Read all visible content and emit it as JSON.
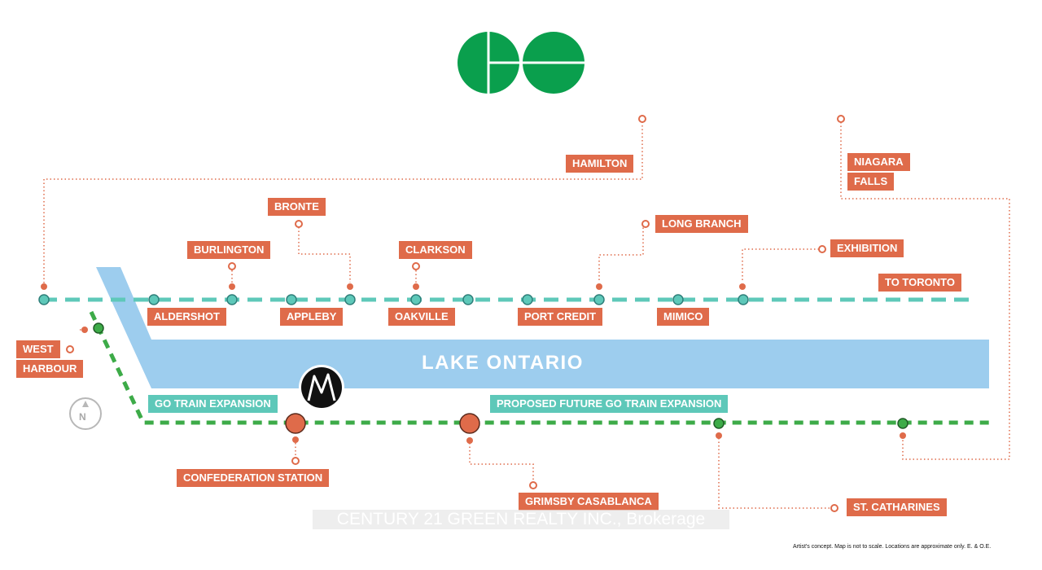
{
  "colors": {
    "go_green": "#0a9f4d",
    "lake_blue": "#9dcdee",
    "teal_line": "#5ec8b9",
    "green_line": "#3dab48",
    "orange": "#df6b4a"
  },
  "logo": {
    "name": "go-transit-logo"
  },
  "lake": {
    "label": "LAKE ONTARIO"
  },
  "stations_north": {
    "hamilton": "HAMILTON",
    "niagara": "NIAGARA",
    "falls": "FALLS",
    "bronte": "BRONTE",
    "long_branch": "LONG BRANCH",
    "burlington": "BURLINGTON",
    "clarkson": "CLARKSON",
    "exhibition": "EXHIBITION",
    "to_toronto": "TO TORONTO",
    "aldershot": "ALDERSHOT",
    "appleby": "APPLEBY",
    "oakville": "OAKVILLE",
    "port_credit": "PORT CREDIT",
    "mimico": "MIMICO",
    "west": "WEST",
    "harbour": "HARBOUR"
  },
  "stations_south": {
    "go_train_expansion": "GO TRAIN EXPANSION",
    "proposed_expansion": "PROPOSED FUTURE GO TRAIN EXPANSION",
    "confederation": "CONFEDERATION STATION",
    "grimsby": "GRIMSBY CASABLANCA",
    "st_catharines": "ST. CATHARINES"
  },
  "compass": {
    "letter": "N"
  },
  "watermark": "CENTURY 21 GREEN REALTY INC., Brokerage",
  "disclaimer": "Artist's concept. Map is not to scale. Locations are approximate only. E. & O.E."
}
